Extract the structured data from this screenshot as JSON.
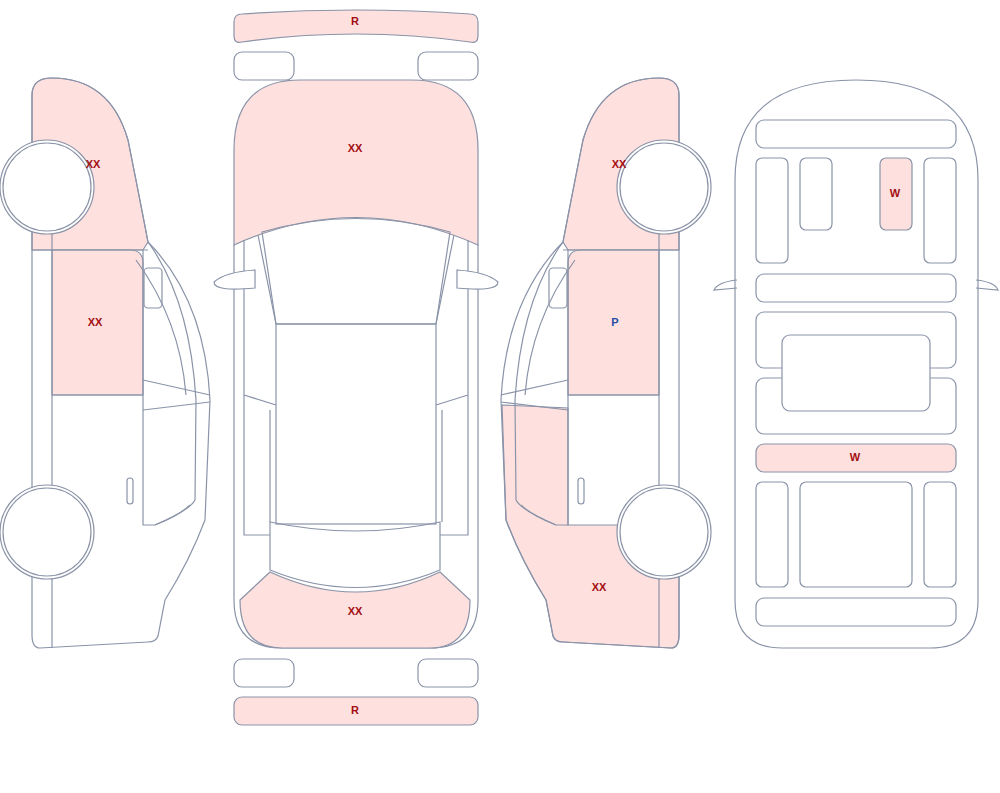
{
  "diagram": {
    "labels": [
      "R",
      "XX",
      "XX",
      "XX",
      "W",
      "XX",
      "P",
      "W",
      "XX",
      "XX",
      "R"
    ]
  }
}
